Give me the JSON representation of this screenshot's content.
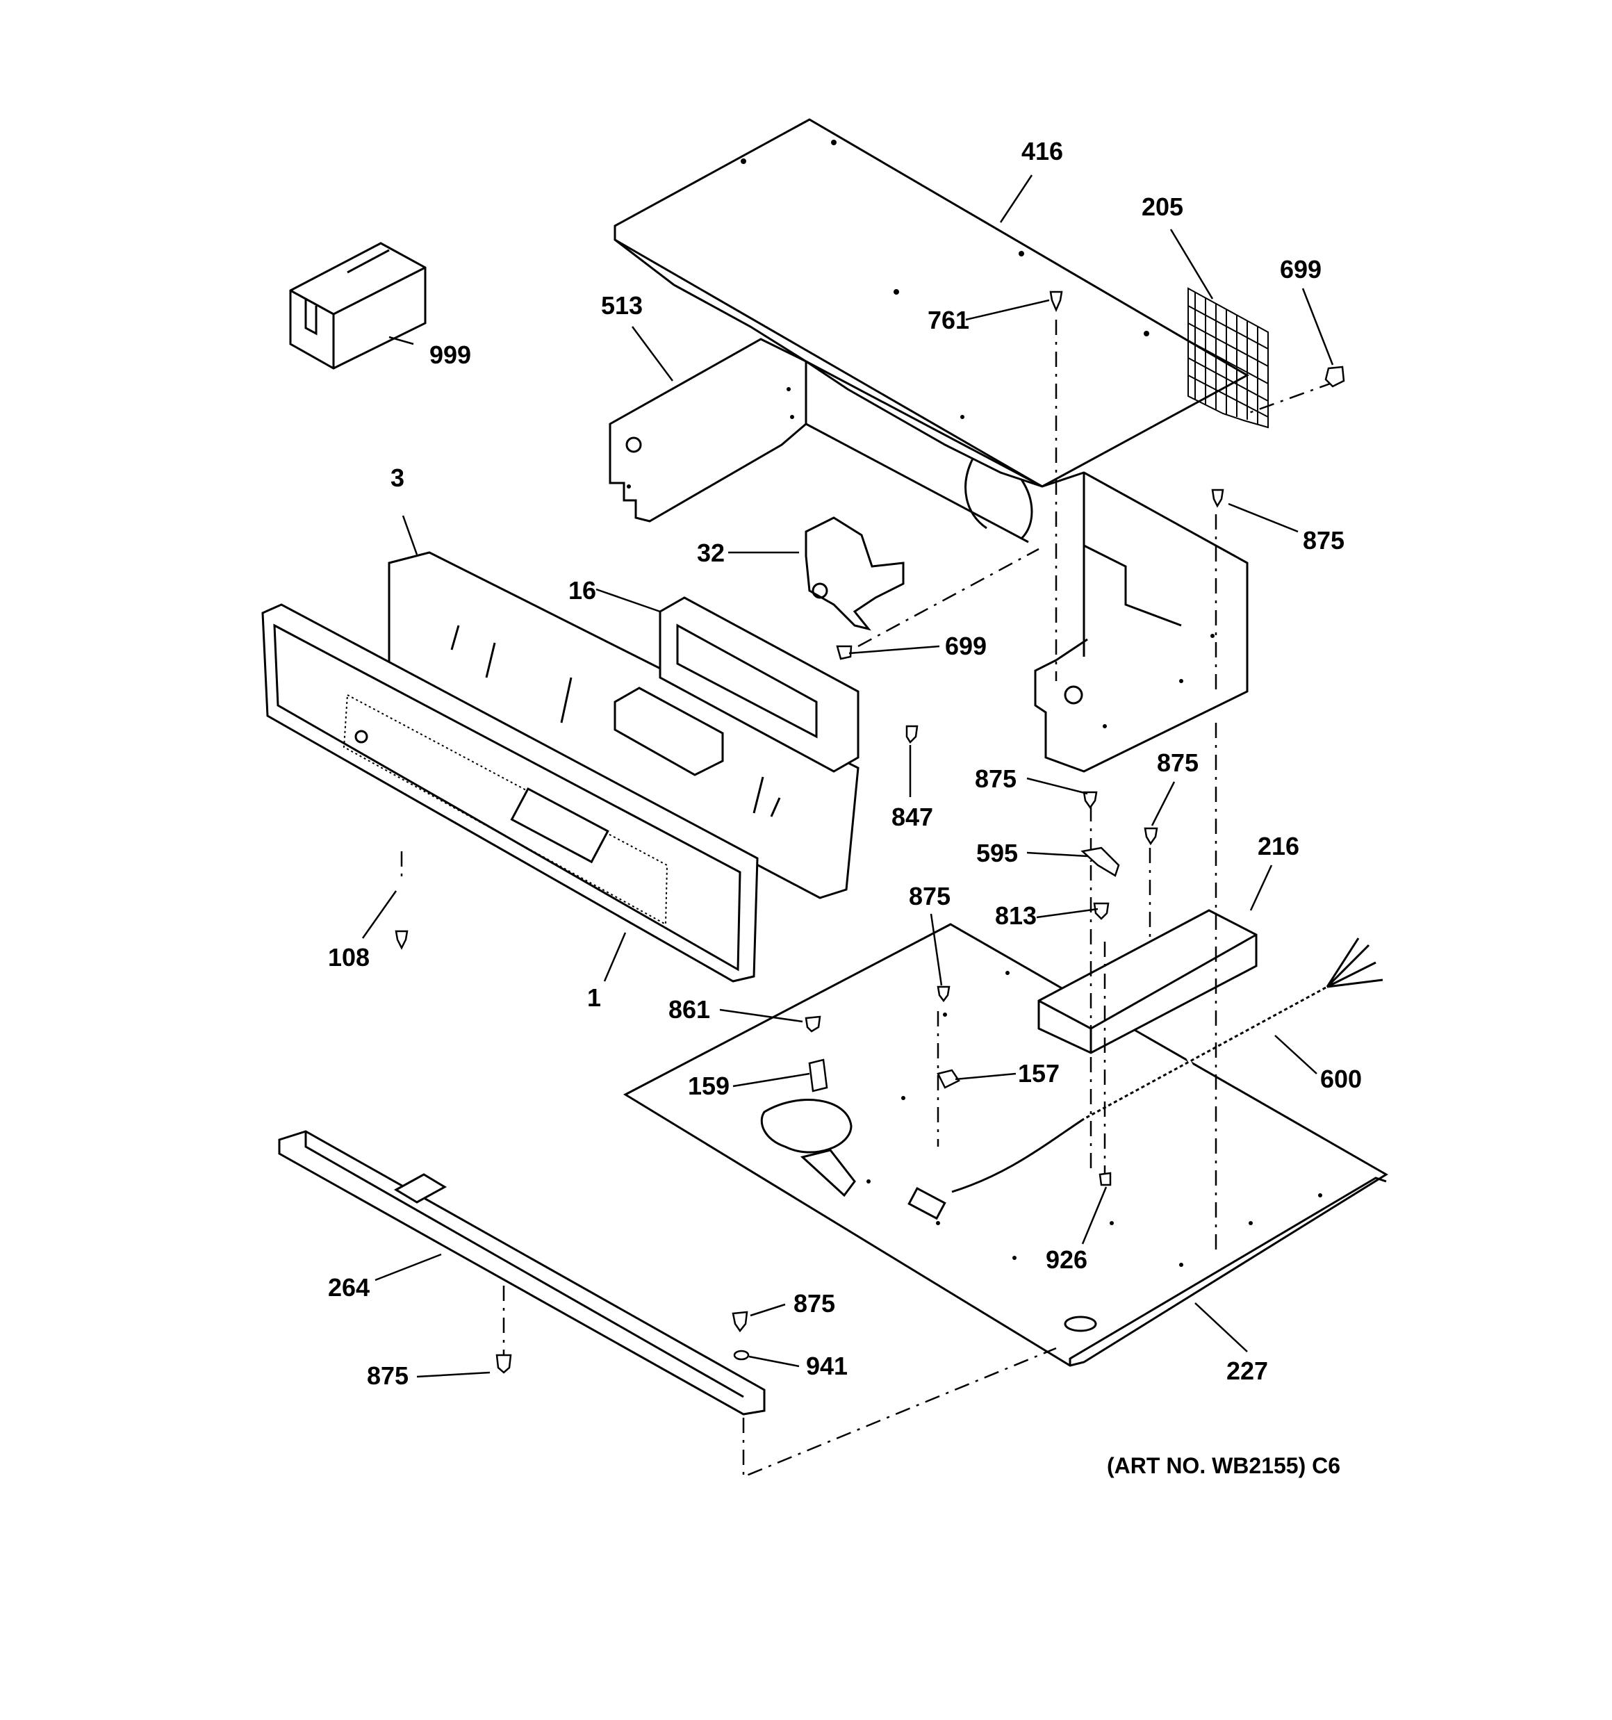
{
  "diagram": {
    "art_note": "(ART NO. WB2155) C6",
    "parts": {
      "p416": "416",
      "p205": "205",
      "p699a": "699",
      "p513": "513",
      "p761": "761",
      "p999": "999",
      "p875a": "875",
      "p3": "3",
      "p32": "32",
      "p16": "16",
      "p699b": "699",
      "p847": "847",
      "p875b": "875",
      "p875c": "875",
      "p216": "216",
      "p595": "595",
      "p875d": "875",
      "p813": "813",
      "p108": "108",
      "p1": "1",
      "p861": "861",
      "p157": "157",
      "p159": "159",
      "p600": "600",
      "p926": "926",
      "p264": "264",
      "p875e": "875",
      "p875f": "875",
      "p941": "941",
      "p227": "227"
    }
  }
}
